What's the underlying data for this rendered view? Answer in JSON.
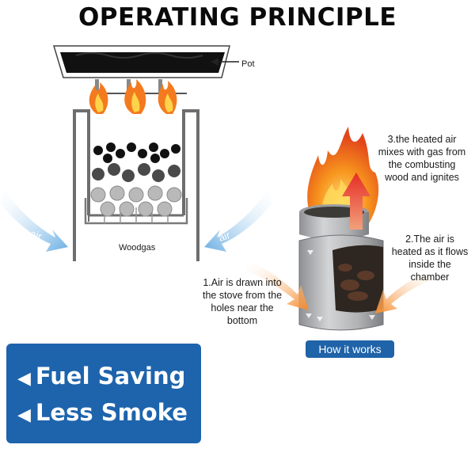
{
  "title": "OPERATING PRINCIPLE",
  "labels": {
    "pot": "Pot",
    "woodgas": "Woodgas",
    "air_left": "air",
    "air_right": "air"
  },
  "steps": {
    "step1": "1.Air is drawn into the stove from the holes near the bottom",
    "step2": "2.The air is heated as it flows inside the chamber",
    "step3": "3.the heated air mixes with gas from the combusting wood and ignites"
  },
  "how_it_works": "How it works",
  "features": [
    {
      "bullet": "◀",
      "text": "Fuel Saving"
    },
    {
      "bullet": "◀",
      "text": "Less Smoke"
    }
  ],
  "colors": {
    "badge_blue": "#1f63a8",
    "box_blue": "#1d64ac",
    "flame_orange": "#f47a1f",
    "arrow_red": "#e8342a",
    "air_blue": "#7bb7e6",
    "stove_grey": "#a9abad"
  }
}
